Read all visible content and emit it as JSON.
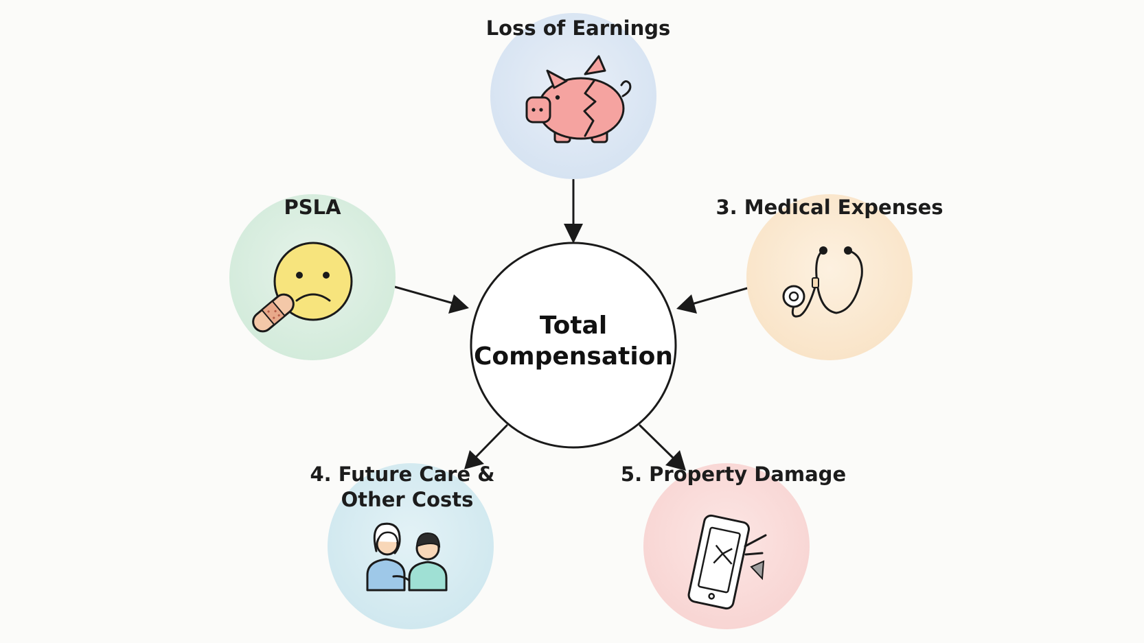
{
  "center": {
    "line1": "Total",
    "line2": "Compensation"
  },
  "nodes": [
    {
      "key": "loss_of_earnings",
      "label_lines": [
        "Loss of Earnings"
      ],
      "icon": "broken-piggy-bank-icon",
      "color": "#dde8f4"
    },
    {
      "key": "psla",
      "label_lines": [
        "PSLA"
      ],
      "icon": "sad-face-with-bandage-icon",
      "color": "#dcefe2"
    },
    {
      "key": "medical_expenses",
      "label_lines": [
        "3. Medical Expenses"
      ],
      "icon": "stethoscope-icon",
      "color": "#fbead2"
    },
    {
      "key": "future_care",
      "label_lines": [
        "4. Future Care &",
        "Other Costs"
      ],
      "icon": "caregiver-and-patient-icon",
      "color": "#d9eef3"
    },
    {
      "key": "property_damage",
      "label_lines": [
        "5. Property Damage"
      ],
      "icon": "cracked-phone-icon",
      "color": "#fadcdc"
    }
  ],
  "arrows": [
    {
      "from": "loss_of_earnings",
      "to": "center"
    },
    {
      "from": "psla",
      "to": "center"
    },
    {
      "from": "medical_expenses",
      "to": "center"
    },
    {
      "from": "center",
      "to": "future_care"
    },
    {
      "from": "center",
      "to": "property_damage"
    }
  ],
  "colors": {
    "ink": "#1a1a1a",
    "background": "#fbfbf9",
    "center_fill": "#ffffff"
  }
}
